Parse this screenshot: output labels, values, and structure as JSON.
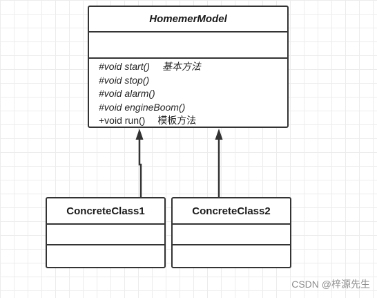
{
  "abstract_class": {
    "name": "HomemerModel",
    "operations": [
      {
        "signature": "#void start()",
        "note": "基本方法"
      },
      {
        "signature": "#void stop()",
        "note": ""
      },
      {
        "signature": "#void alarm()",
        "note": ""
      },
      {
        "signature": "#void engineBoom()",
        "note": ""
      },
      {
        "signature": "+void run()",
        "note": "模板方法"
      }
    ]
  },
  "concrete_classes": [
    {
      "name": "ConcreteClass1"
    },
    {
      "name": "ConcreteClass2"
    }
  ],
  "watermark": "CSDN @梓源先生",
  "colors": {
    "line": "#333333",
    "grid": "#ececec",
    "background": "#ffffff"
  }
}
